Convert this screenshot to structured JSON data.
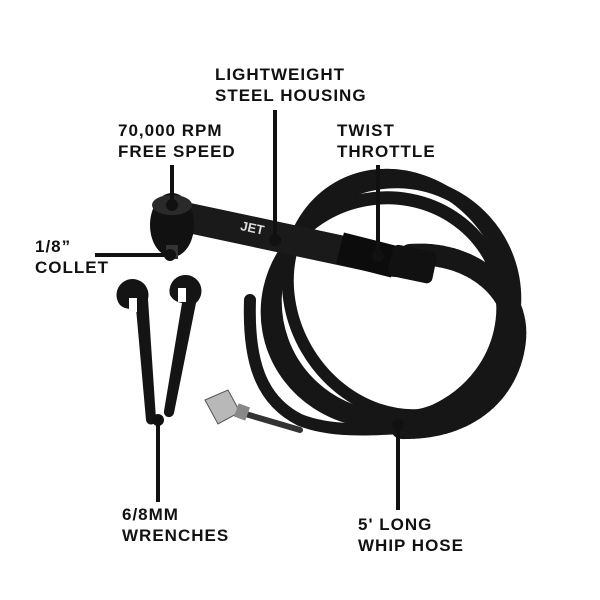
{
  "callouts": {
    "housing": {
      "line1": "LIGHTWEIGHT",
      "line2": "STEEL HOUSING"
    },
    "speed": {
      "line1": "70,000 RPM",
      "line2": "FREE SPEED"
    },
    "throttle": {
      "line1": "TWIST",
      "line2": "THROTTLE"
    },
    "collet": {
      "line1": "1/8”",
      "line2": "COLLET"
    },
    "wrenches": {
      "line1": "6/8MM",
      "line2": "WRENCHES"
    },
    "hose": {
      "line1": "5' LONG",
      "line2": "WHIP HOSE"
    }
  },
  "brand_mark": "JET",
  "colors": {
    "product": "#111111",
    "callout": "#111111",
    "fitting": "#b8b8b8"
  }
}
